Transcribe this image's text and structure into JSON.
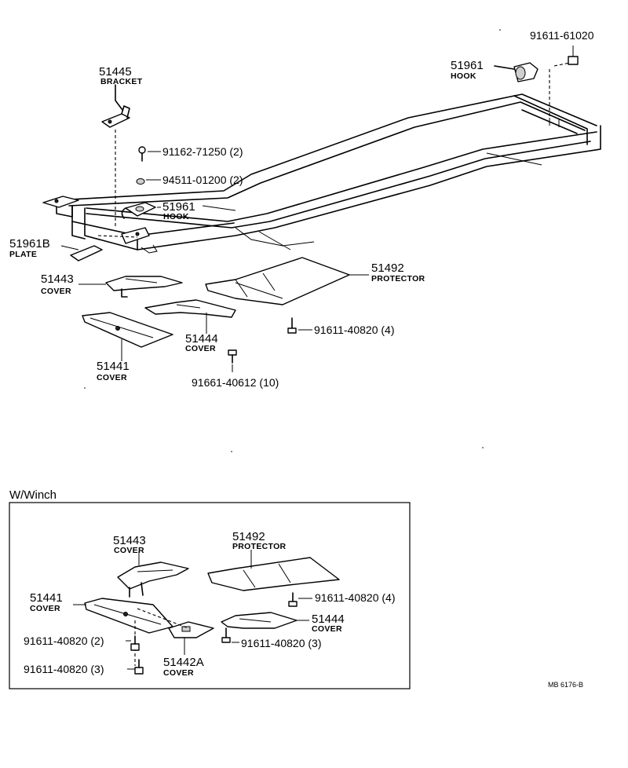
{
  "main": {
    "frame_label": "",
    "callouts": {
      "p51445": {
        "number": "51445",
        "name": "BRACKET"
      },
      "p51961_top": {
        "number": "51961",
        "name": "HOOK"
      },
      "p51961_mid": {
        "number": "51961",
        "name": "HOOK"
      },
      "p51961b": {
        "number": "51961B",
        "name": "PLATE"
      },
      "p51443": {
        "number": "51443",
        "name": "COVER"
      },
      "p51492": {
        "number": "51492",
        "name": "PROTECTOR"
      },
      "p51444": {
        "number": "51444",
        "name": "COVER"
      },
      "p51441": {
        "number": "51441",
        "name": "COVER"
      }
    },
    "bolts": {
      "b91611_61020": "91611-61020",
      "b91162_71250": "91162-71250 (2)",
      "b94511_01200": "94511-01200 (2)",
      "b91611_40820": "91611-40820 (4)",
      "b91661_40612": "91661-40612 (10)"
    }
  },
  "winch": {
    "title": "W/Winch",
    "callouts": {
      "p51443": {
        "number": "51443",
        "name": "COVER"
      },
      "p51492": {
        "number": "51492",
        "name": "PROTECTOR"
      },
      "p51441": {
        "number": "51441",
        "name": "COVER"
      },
      "p51444": {
        "number": "51444",
        "name": "COVER"
      },
      "p51442a": {
        "number": "51442A",
        "name": "COVER"
      }
    },
    "bolts": {
      "b_4": "91611-40820 (4)",
      "b_2": "91611-40820 (2)",
      "b_3_left": "91611-40820 (3)",
      "b_3_right": "91611-40820 (3)"
    }
  },
  "footer": {
    "drawing_code": "MB 6176-B"
  }
}
